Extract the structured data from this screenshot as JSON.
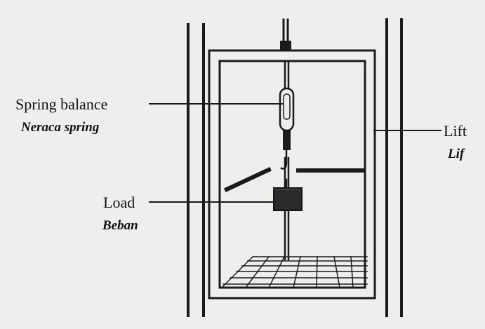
{
  "labels": {
    "spring_balance": "Spring balance",
    "spring_balance_ms": "Neraca spring",
    "load": "Load",
    "load_ms": "Beban",
    "lift": "Lift",
    "lift_ms": "Lif"
  },
  "colors": {
    "ink": "#1a1a1a",
    "background": "#eeeeec"
  }
}
